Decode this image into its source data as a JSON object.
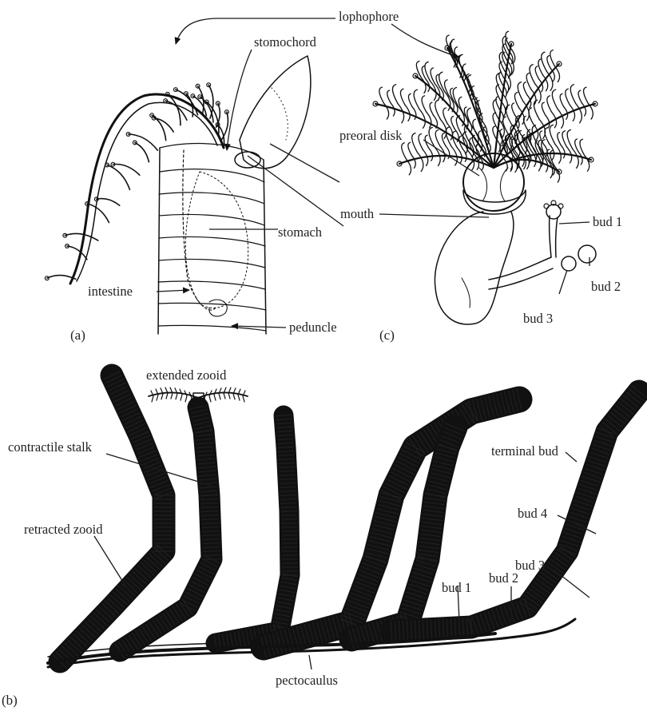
{
  "panels": {
    "a": "(a)",
    "b": "(b)",
    "c": "(c)"
  },
  "labels": {
    "lophophore": "lophophore",
    "stomochord": "stomochord",
    "preoral_disk": "preoral disk",
    "mouth": "mouth",
    "stomach": "stomach",
    "intestine": "intestine",
    "peduncle": "peduncle",
    "bud1_c": "bud 1",
    "bud2_c": "bud 2",
    "bud3_c": "bud 3",
    "extended_zooid": "extended zooid",
    "contractile_stalk": "contractile stalk",
    "retracted_zooid": "retracted zooid",
    "terminal_bud": "terminal bud",
    "bud4_b": "bud 4",
    "bud3_b": "bud 3",
    "bud2_b": "bud 2",
    "bud1_b": "bud 1",
    "pectocaulus": "pectocaulus"
  },
  "colors": {
    "ink": "#111111",
    "paper": "#ffffff"
  }
}
